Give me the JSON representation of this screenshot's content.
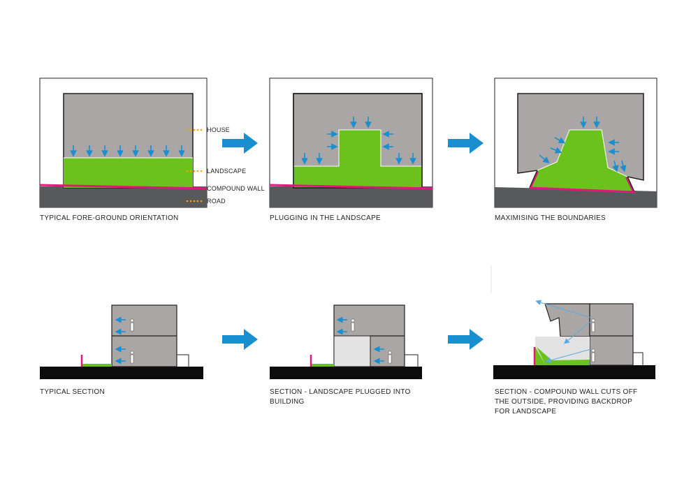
{
  "legend": {
    "house": "HOUSE",
    "landscape": "LANDSCAPE",
    "compound_wall": "COMPOUND WALL",
    "road": "ROAD"
  },
  "captions": {
    "plan_1": "TYPICAL FORE-GROUND ORIENTATION",
    "plan_2": "PLUGGING IN THE LANDSCAPE",
    "plan_3": "MAXIMISING THE BOUNDARIES",
    "section_1": "TYPICAL SECTION",
    "section_2": "SECTION - LANDSCAPE PLUGGED INTO\nBUILDING",
    "section_3": "SECTION - COMPOUND WALL CUTS OFF\nTHE OUTSIDE, PROVIDING BACKDROP\nFOR LANDSCAPE"
  },
  "colors": {
    "house": "#aaa6a6",
    "landscape": "#6cc21c",
    "compound_wall": "#e0187c",
    "road": "#58595b",
    "arrow": "#1a8fd0",
    "legend_dot": "#f5a800",
    "outline": "#231f20"
  }
}
